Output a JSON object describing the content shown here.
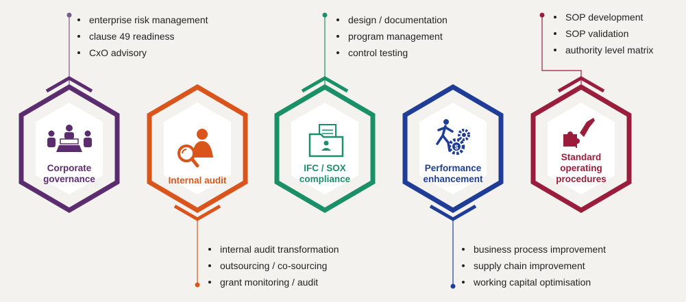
{
  "services": [
    {
      "id": "corporate-governance",
      "title_line1": "Corporate",
      "title_line2": "governance",
      "color": "#5b2d6e",
      "icon": "meeting-people-icon",
      "bullets": [
        "enterprise risk management",
        "clause 49 readiness",
        "CxO advisory"
      ]
    },
    {
      "id": "internal-audit",
      "title_line1": "Internal audit",
      "title_line2": "",
      "color": "#d9551b",
      "icon": "magnifier-person-icon",
      "bullets": [
        "internal audit transformation",
        "outsourcing / co-sourcing",
        "grant monitoring / audit"
      ]
    },
    {
      "id": "ifc-sox",
      "title_line1": "IFC / SOX",
      "title_line2": "compliance",
      "color": "#1a9068",
      "icon": "document-folder-icon",
      "bullets": [
        "design / documentation",
        "program management",
        "control testing"
      ]
    },
    {
      "id": "performance",
      "title_line1": "Performance",
      "title_line2": "enhancement",
      "color": "#1f3d96",
      "icon": "runner-gears-icon",
      "bullets": [
        "business process improvement",
        "supply chain improvement",
        "working capital optimisation"
      ]
    },
    {
      "id": "sop",
      "title_line1": "Standard",
      "title_line2": "operating",
      "title_line3": "procedures",
      "color": "#9a1d3c",
      "icon": "puzzle-hand-icon",
      "bullets": [
        "SOP development",
        "SOP validation",
        "authority level matrix"
      ]
    }
  ]
}
